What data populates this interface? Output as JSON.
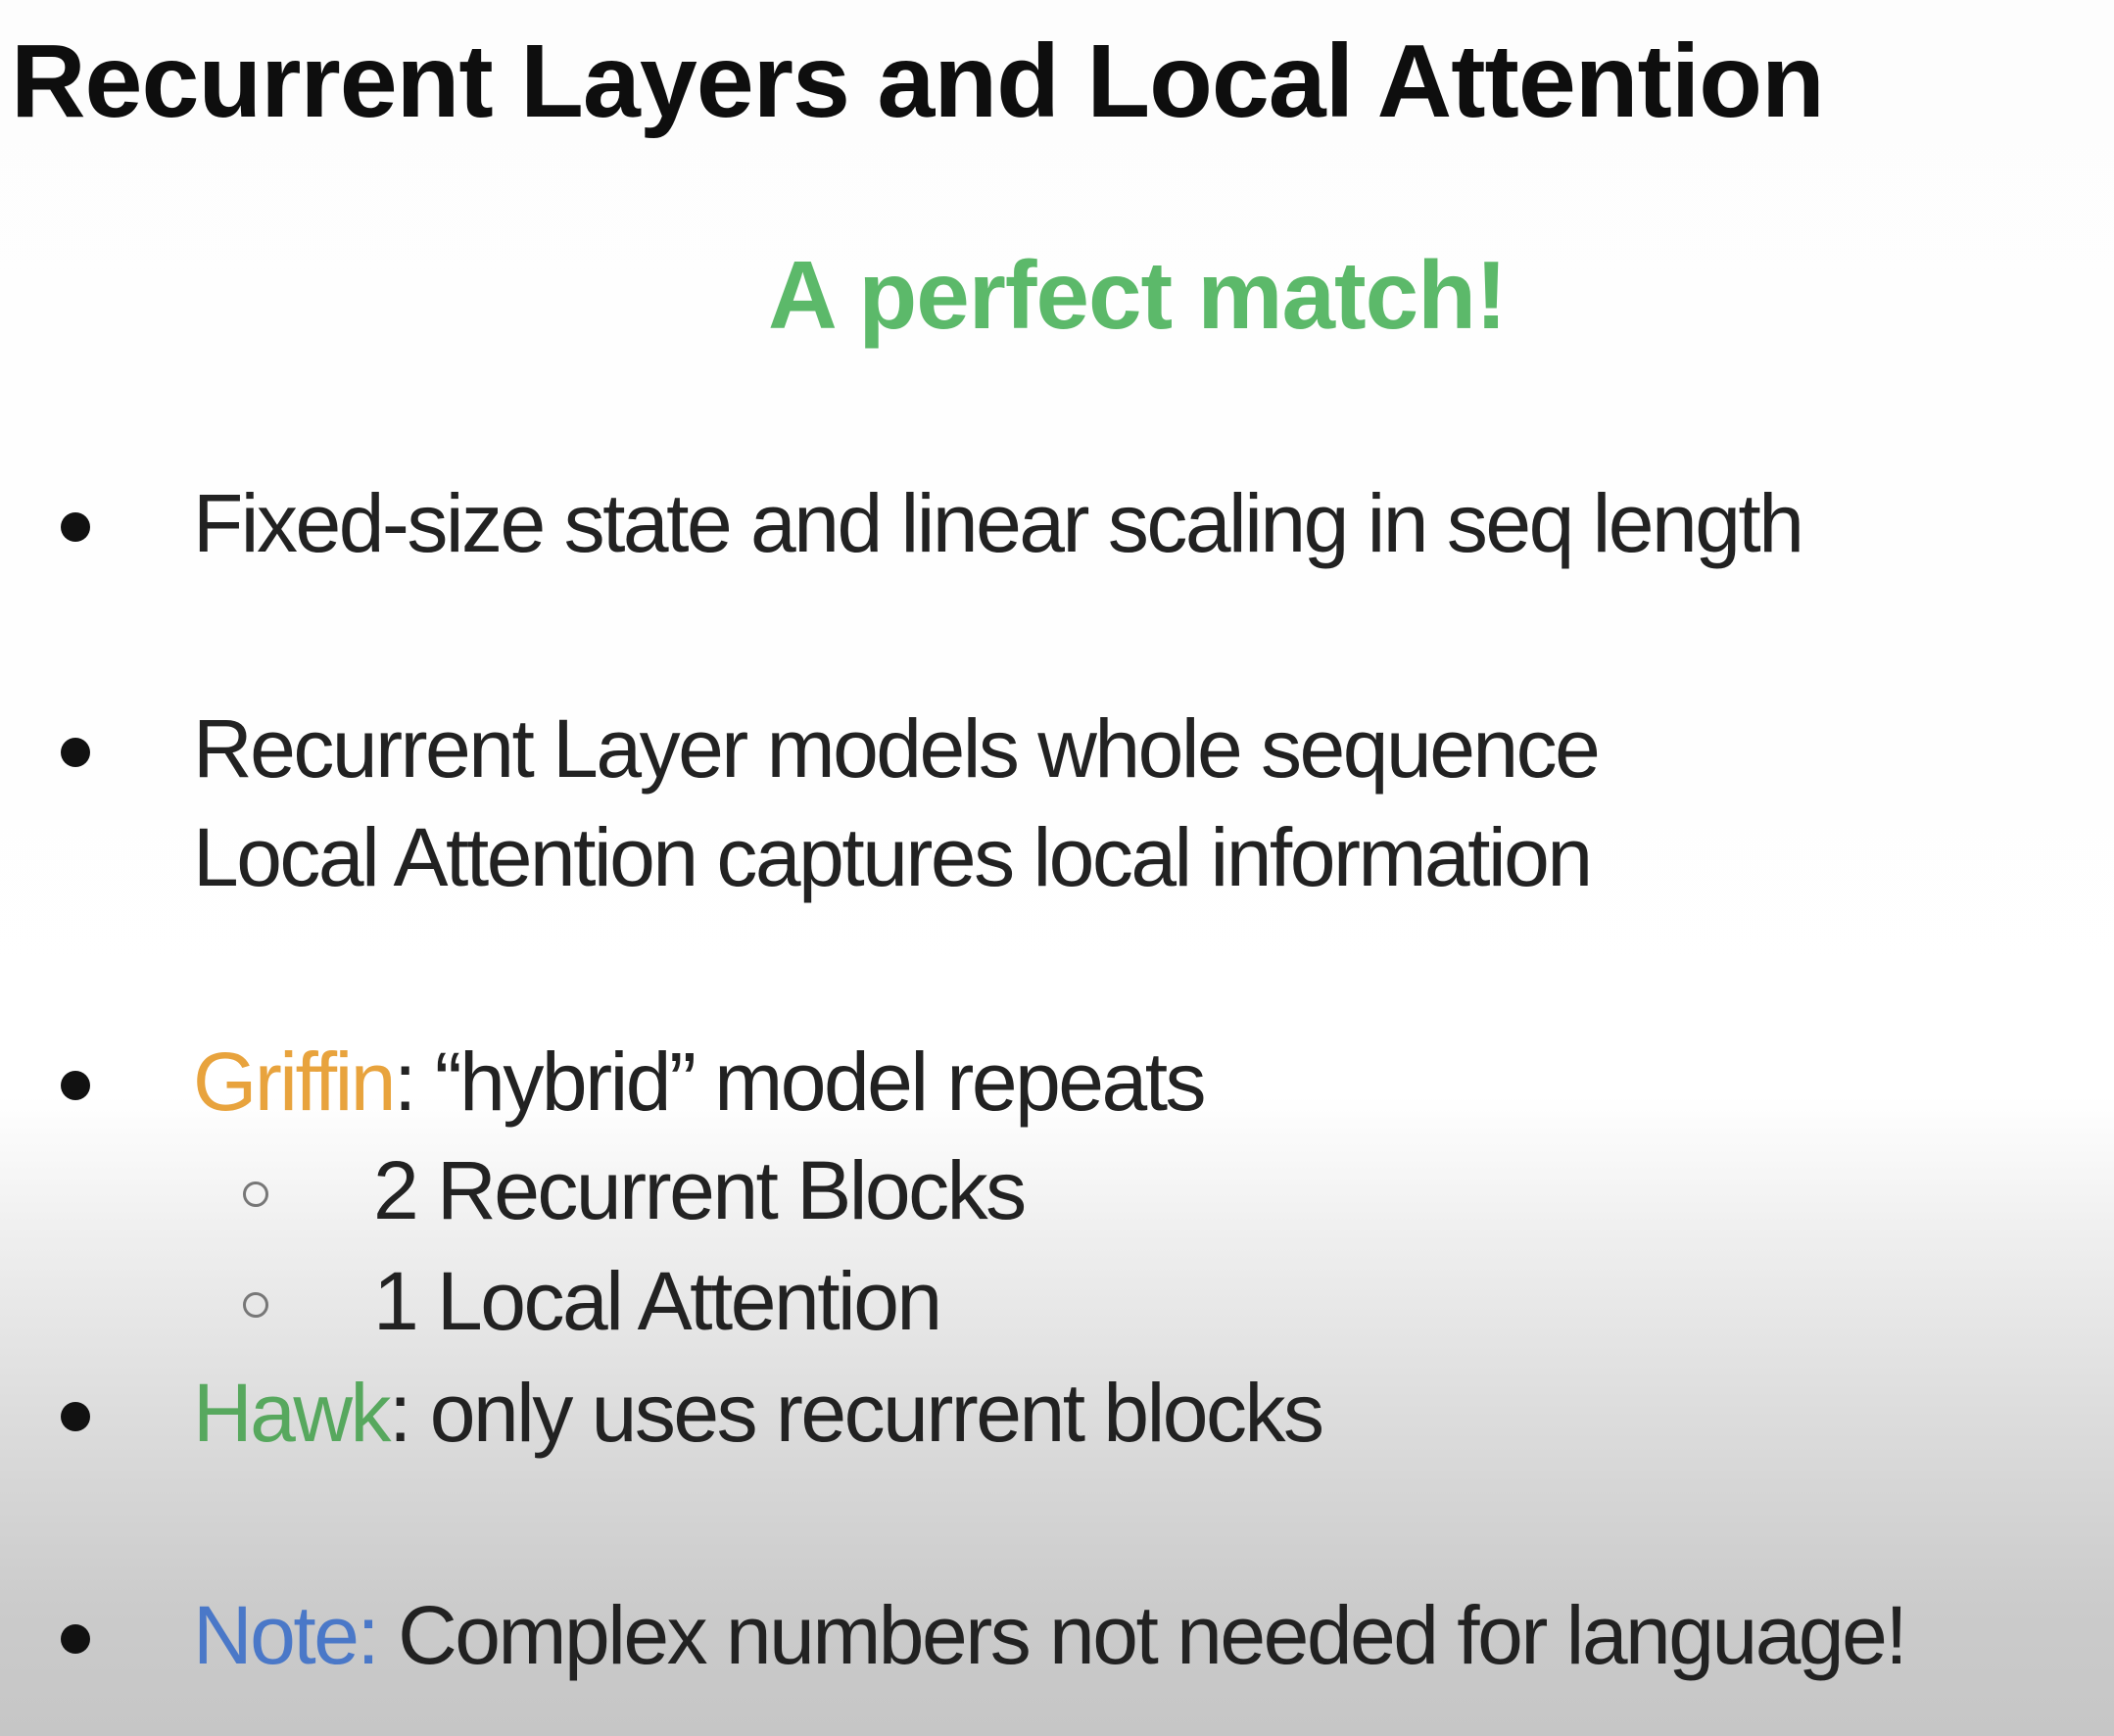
{
  "slide": {
    "title": "Recurrent Layers and Local Attention",
    "subtitle": "A perfect match!",
    "bullets": [
      {
        "text": "Fixed-size state and linear scaling in seq length"
      },
      {
        "line1": "Recurrent Layer models whole sequence",
        "line2": "Local Attention captures local information"
      },
      {
        "highlight": "Griffin",
        "text": ": “hybrid” model repeats",
        "subitems": [
          "2 Recurrent Blocks",
          "1 Local Attention"
        ]
      },
      {
        "highlight": "Hawk",
        "text": ": only uses recurrent blocks"
      },
      {
        "highlight": "Note:",
        "text": " Complex numbers not needed for language!"
      }
    ]
  },
  "colors": {
    "subtitle": "#5cb96a",
    "griffin": "#e8a33d",
    "hawk": "#57a85e",
    "note": "#4a78c8"
  }
}
